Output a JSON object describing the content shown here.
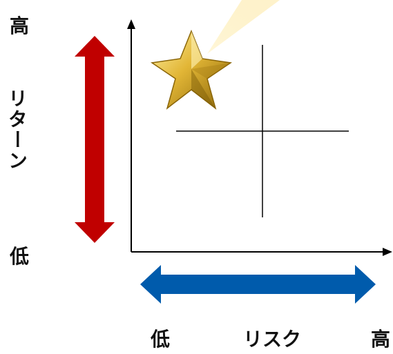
{
  "y_axis": {
    "title": "リターン",
    "high_label": "高",
    "low_label": "低"
  },
  "x_axis": {
    "title": "リスク",
    "high_label": "高",
    "low_label": "低"
  },
  "colors": {
    "return_arrow": "#c00000",
    "risk_arrow": "#005bac",
    "star": "#d4a017",
    "beam": "#fdf1c7",
    "axis": "#000000"
  },
  "icons": {
    "star": "star-icon",
    "beam": "light-beam"
  }
}
